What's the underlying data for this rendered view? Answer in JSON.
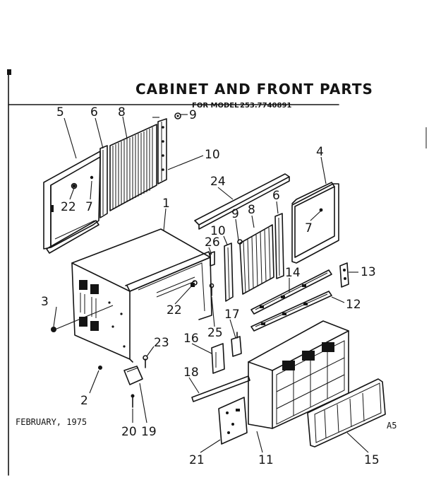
{
  "title": "CABINET AND FRONT PARTS",
  "model_prefix": "FOR MODEL",
  "model_number": "253.7740891",
  "date": "FEBRUARY, 1975",
  "sheet_code": "A5",
  "callouts": {
    "c1": "1",
    "c2": "2",
    "c3": "3",
    "c4": "4",
    "c5": "5",
    "c6a": "6",
    "c6b": "6",
    "c7a": "7",
    "c7b": "7",
    "c8a": "8",
    "c8b": "8",
    "c9a": "9",
    "c9b": "9",
    "c10a": "10",
    "c10b": "10",
    "c11": "11",
    "c12": "12",
    "c13": "13",
    "c14": "14",
    "c15": "15",
    "c16": "16",
    "c17": "17",
    "c18": "18",
    "c19": "19",
    "c20": "20",
    "c21": "21",
    "c22a": "22",
    "c22b": "22",
    "c23": "23",
    "c24": "24",
    "c25": "25",
    "c26": "26"
  }
}
